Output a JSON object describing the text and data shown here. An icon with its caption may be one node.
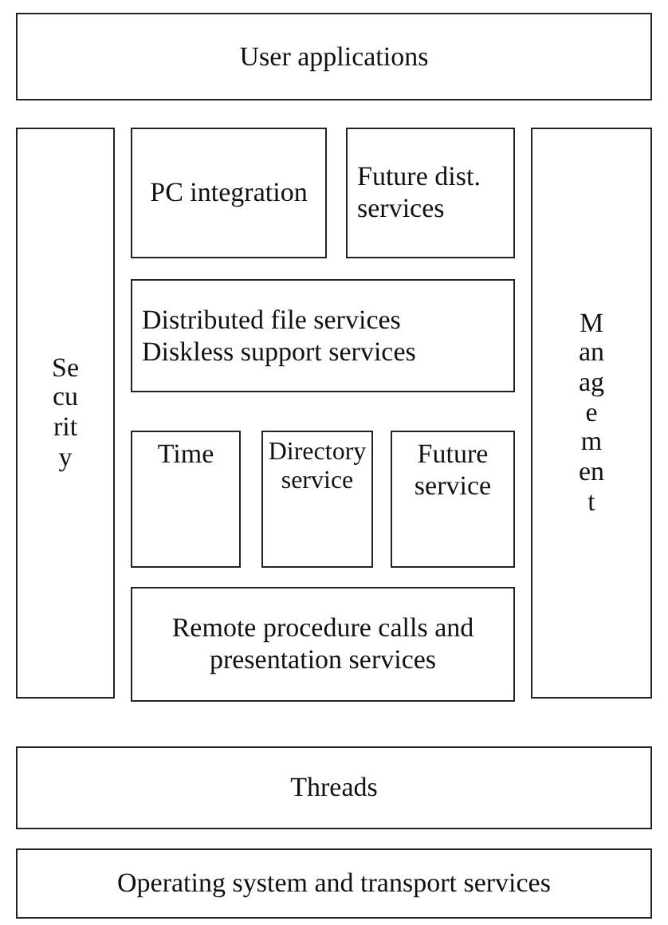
{
  "diagram": {
    "nodes": [
      {
        "text": [
          "User applications"
        ]
      },
      {
        "text": [
          "Security"
        ]
      },
      {
        "text": [
          "PC integration"
        ]
      },
      {
        "text": [
          "Future dist. services"
        ]
      },
      {
        "text": [
          "Management"
        ]
      },
      {
        "text": [
          "Distributed file services",
          "Diskless support services"
        ]
      },
      {
        "text": [
          "Time"
        ]
      },
      {
        "text": [
          "Directory service"
        ]
      },
      {
        "text": [
          "Future service"
        ]
      },
      {
        "text": [
          "Remote procedure calls and presentation services"
        ]
      },
      {
        "text": [
          "Threads"
        ]
      },
      {
        "text": [
          "Operating system and transport services"
        ]
      }
    ]
  }
}
